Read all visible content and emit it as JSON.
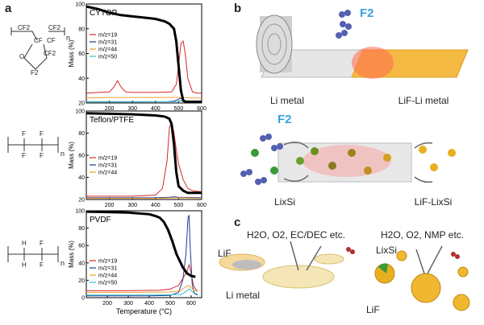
{
  "panel_labels": {
    "a": "a",
    "b": "b",
    "c": "c"
  },
  "structures": {
    "cytop": {
      "n": "n",
      "atoms": [
        "CF2",
        "CF",
        "CF",
        "CF2",
        "CF2",
        "O",
        "F2"
      ]
    },
    "ptfe": {
      "n": "n",
      "top": "F",
      "bottom": "F"
    },
    "pvdf": {
      "n": "n",
      "top_left": "H",
      "top_right": "F",
      "bottom_left": "H",
      "bottom_right": "F"
    }
  },
  "panel_b": {
    "gas_top": "F2",
    "label_li": "Li metal",
    "label_lif_li": "LiF-Li metal",
    "gas_bottom": "F2",
    "label_lixsi": "LixSi",
    "label_lif_lixsi": "LiF-LixSi",
    "colors": {
      "f2": "#3aa0e0",
      "tape": "#f4b942",
      "roll": "#cfcfcf"
    }
  },
  "panel_c": {
    "cond_left": "H2O, O2, EC/DEC etc.",
    "cond_right": "H2O, O2, NMP etc.",
    "label_lif_left": "LiF",
    "label_li_metal": "Li metal",
    "label_lixsi": "LixSi",
    "label_lif_right": "LiF"
  },
  "chart_data": [
    {
      "type": "line",
      "title": "CYTOP",
      "xlabel": "",
      "ylabel": "Mass (%)",
      "xlim": [
        100,
        600
      ],
      "ylim": [
        20,
        100
      ],
      "xticks": [
        200,
        300,
        400,
        500,
        600
      ],
      "yticks": [
        20,
        40,
        60,
        80,
        100
      ],
      "mass": {
        "x": [
          100,
          150,
          200,
          250,
          300,
          350,
          400,
          440,
          460,
          480,
          490,
          500,
          510,
          520,
          530,
          540,
          560,
          600
        ],
        "y": [
          98,
          96,
          93,
          91,
          90,
          89,
          88,
          86,
          84,
          80,
          70,
          50,
          30,
          22,
          21,
          21,
          21,
          21
        ]
      },
      "ms": [
        {
          "name": "m/z=19",
          "color": "#d62728",
          "x": [
            100,
            200,
            220,
            235,
            250,
            270,
            300,
            400,
            470,
            490,
            500,
            510,
            520,
            530,
            540,
            560,
            580,
            600
          ],
          "y": [
            28,
            29,
            33,
            38,
            33,
            29,
            28.5,
            28.5,
            29,
            35,
            50,
            68,
            70,
            58,
            40,
            29,
            28,
            28
          ]
        },
        {
          "name": "m/z=31",
          "color": "#1f3a93",
          "x": [
            100,
            300,
            450,
            480,
            500,
            510,
            520,
            560,
            600
          ],
          "y": [
            21,
            21,
            21,
            21.5,
            23,
            24,
            22,
            21,
            21
          ]
        },
        {
          "name": "m/z=44",
          "color": "#f0a030",
          "x": [
            100,
            200,
            300,
            400,
            500,
            560,
            600
          ],
          "y": [
            24,
            24.5,
            24.5,
            24.5,
            24.5,
            24,
            24
          ]
        },
        {
          "name": "m/z=50",
          "color": "#34c0c8",
          "x": [
            100,
            300,
            500,
            510,
            520,
            560,
            600
          ],
          "y": [
            20.8,
            20.8,
            21,
            22,
            21,
            20.8,
            20.8
          ]
        }
      ]
    },
    {
      "type": "line",
      "title": "Teflon/PTFE",
      "xlabel": "",
      "ylabel": "Mass (%)",
      "xlim": [
        100,
        600
      ],
      "ylim": [
        20,
        100
      ],
      "xticks": [
        200,
        300,
        400,
        500,
        600
      ],
      "yticks": [
        20,
        40,
        60,
        80,
        100
      ],
      "mass": {
        "x": [
          100,
          200,
          300,
          400,
          440,
          460,
          470,
          480,
          490,
          500,
          520,
          540,
          560,
          600
        ],
        "y": [
          98,
          97.5,
          97,
          96,
          95,
          93,
          88,
          70,
          45,
          32,
          28,
          26,
          26,
          26
        ]
      },
      "ms": [
        {
          "name": "m/z=19",
          "color": "#d62728",
          "x": [
            100,
            300,
            400,
            430,
            450,
            460,
            470,
            480,
            490,
            500,
            520,
            540,
            560,
            600
          ],
          "y": [
            23,
            23,
            24,
            30,
            55,
            85,
            90,
            80,
            65,
            52,
            38,
            30,
            28,
            27
          ]
        },
        {
          "name": "m/z=31",
          "color": "#1f3a93",
          "x": [
            100,
            400,
            460,
            480,
            500,
            600
          ],
          "y": [
            21.5,
            21.5,
            22,
            22.5,
            22,
            21.5
          ]
        },
        {
          "name": "m/z=44",
          "color": "#f0a030",
          "x": [
            100,
            300,
            400,
            500,
            600
          ],
          "y": [
            21,
            21,
            21,
            21.5,
            21
          ]
        }
      ]
    },
    {
      "type": "line",
      "title": "PVDF",
      "xlabel": "Temperature (°C)",
      "ylabel": "Mass (%)",
      "xlim": [
        100,
        650
      ],
      "ylim": [
        0,
        100
      ],
      "xticks": [
        200,
        300,
        400,
        500,
        600
      ],
      "yticks": [
        0,
        20,
        40,
        60,
        80,
        100
      ],
      "mass": {
        "x": [
          100,
          200,
          300,
          400,
          430,
          450,
          470,
          490,
          510,
          530,
          560,
          580,
          600,
          620
        ],
        "y": [
          99,
          98.5,
          98,
          96,
          94,
          92,
          87,
          78,
          65,
          50,
          35,
          28,
          25,
          24
        ]
      },
      "ms": [
        {
          "name": "m/z=19",
          "color": "#d62728",
          "x": [
            100,
            300,
            450,
            500,
            540,
            560,
            580,
            590,
            600,
            610,
            620,
            630
          ],
          "y": [
            8,
            8,
            8.5,
            10,
            14,
            22,
            30,
            38,
            28,
            15,
            10,
            8
          ]
        },
        {
          "name": "m/z=31",
          "color": "#1f3a93",
          "x": [
            100,
            400,
            500,
            540,
            560,
            575,
            585,
            590,
            595,
            605,
            615,
            630
          ],
          "y": [
            2,
            2,
            2.5,
            6,
            20,
            50,
            92,
            95,
            60,
            15,
            5,
            3
          ]
        },
        {
          "name": "m/z=44",
          "color": "#f0a030",
          "x": [
            100,
            300,
            500,
            550,
            570,
            590,
            610,
            630
          ],
          "y": [
            6,
            6,
            6.5,
            8,
            12,
            14,
            9,
            7
          ]
        },
        {
          "name": "m/z=50",
          "color": "#34c0c8",
          "x": [
            100,
            400,
            550,
            570,
            590,
            610,
            630
          ],
          "y": [
            3,
            3,
            3.5,
            6,
            10,
            6,
            4
          ]
        }
      ]
    }
  ]
}
